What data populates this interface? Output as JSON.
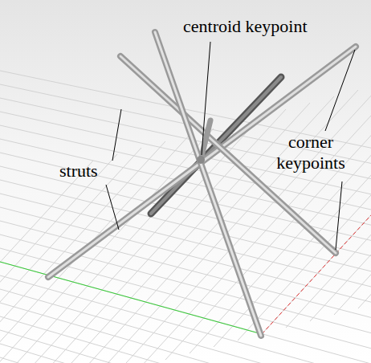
{
  "diagram": {
    "labels": [
      "centroid keypoint",
      "struts",
      "corner keypoints"
    ]
  }
}
